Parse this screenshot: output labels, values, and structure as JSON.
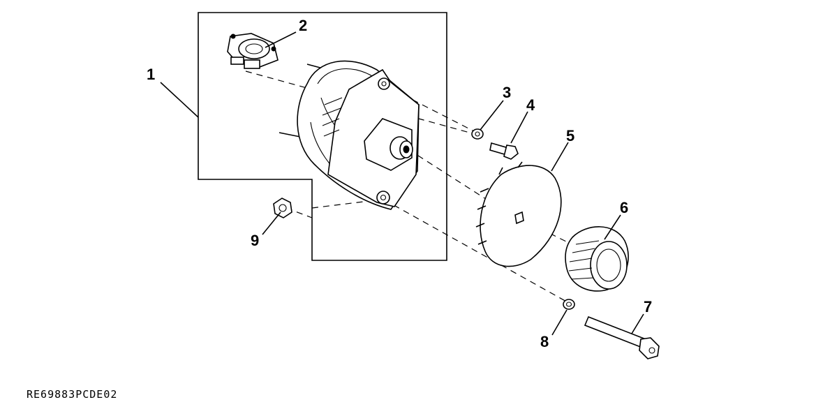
{
  "callouts": {
    "c1": "1",
    "c2": "2",
    "c3": "3",
    "c4": "4",
    "c5": "5",
    "c6": "6",
    "c7": "7",
    "c8": "8",
    "c9": "9"
  },
  "reference_code": "RE69883PCDE02"
}
